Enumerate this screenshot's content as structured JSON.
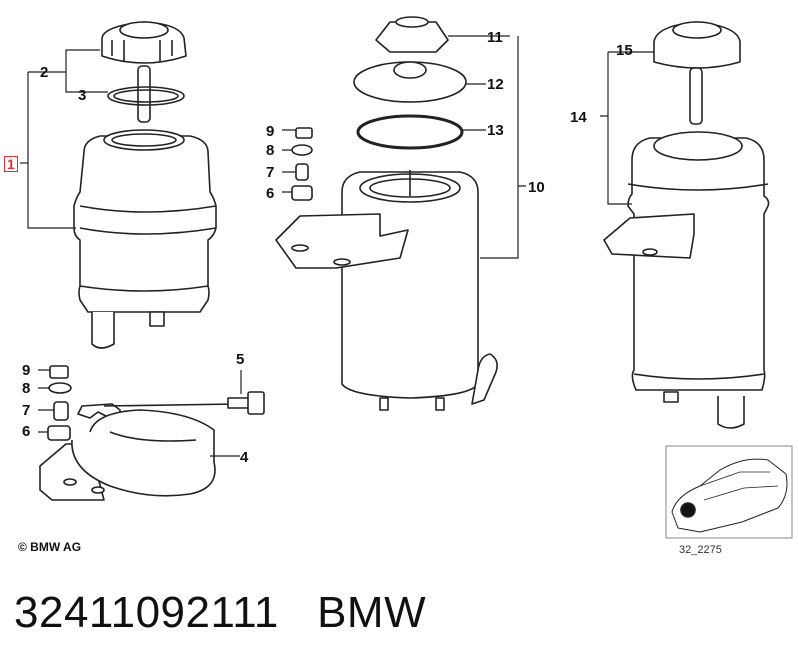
{
  "callouts": [
    "1",
    "2",
    "3",
    "4",
    "5",
    "6",
    "7",
    "8",
    "9",
    "6",
    "7",
    "8",
    "9",
    "10",
    "11",
    "12",
    "13",
    "14",
    "15"
  ],
  "copyright": "© BMW AG",
  "diagram_ref": "32_2275",
  "footer": {
    "part_number": "32411092111",
    "brand": "BMW"
  },
  "colors": {
    "highlight": "#e03030",
    "stroke": "#222222",
    "fill": "#ffffff"
  }
}
